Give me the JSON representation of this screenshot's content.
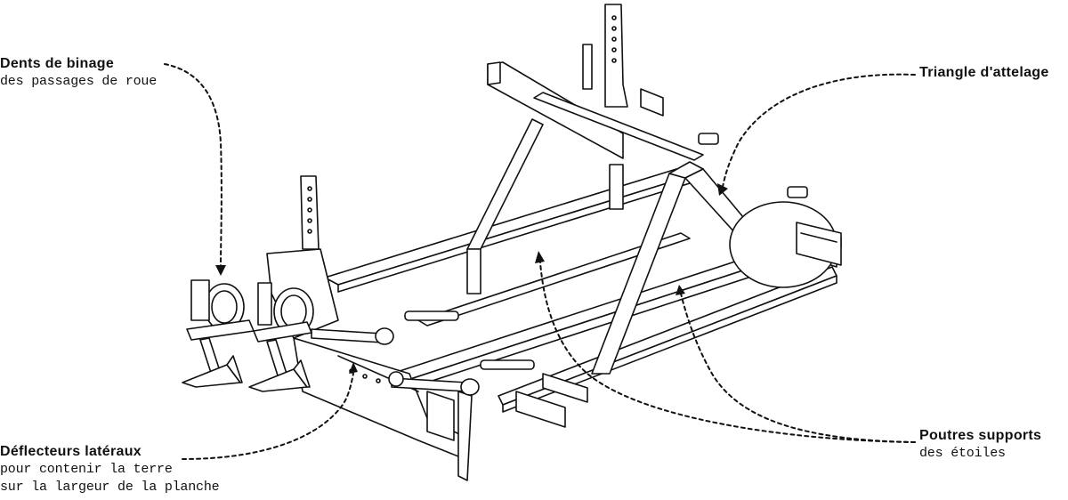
{
  "labels": {
    "dents": {
      "title": "Dents de binage",
      "sub": [
        "des passages de roue"
      ]
    },
    "triangle": {
      "title": "Triangle d'attelage",
      "sub": []
    },
    "deflecteurs": {
      "title": "Déflecteurs latéraux",
      "sub": [
        "pour contenir la terre",
        "sur la largeur de la planche"
      ]
    },
    "poutres": {
      "title": "Poutres supports",
      "sub": [
        "des étoiles"
      ]
    }
  },
  "colors": {
    "line": "#111111",
    "background": "#ffffff"
  }
}
